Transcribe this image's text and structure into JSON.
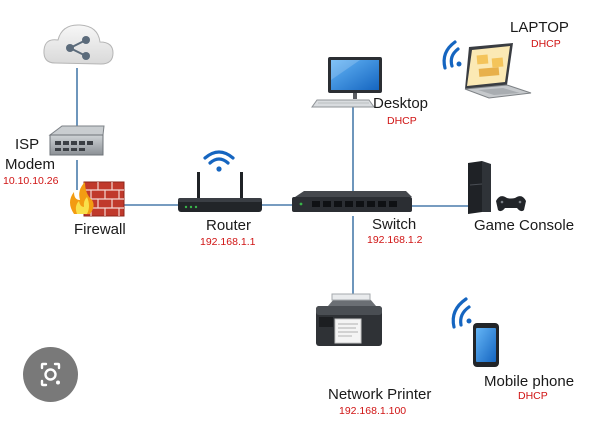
{
  "nodes": {
    "isp_modem": {
      "label_line1": "ISP",
      "label_line2": "Modem",
      "address": "10.10.10.26"
    },
    "firewall": {
      "label": "Firewall"
    },
    "router": {
      "label": "Router",
      "address": "192.168.1.1"
    },
    "switch": {
      "label": "Switch",
      "address": "192.168.1.2"
    },
    "desktop": {
      "label": "Desktop",
      "address": "DHCP"
    },
    "laptop": {
      "label": "LAPTOP",
      "address": "DHCP"
    },
    "game_console": {
      "label": "Game Console"
    },
    "network_printer": {
      "label": "Network Printer",
      "address": "192.168.1.100"
    },
    "mobile_phone": {
      "label": "Mobile phone",
      "address": "DHCP"
    }
  },
  "icons": [
    "cloud-share-icon",
    "isp-modem-icon",
    "firewall-icon",
    "router-icon",
    "wifi-icon",
    "switch-icon",
    "desktop-icon",
    "laptop-icon",
    "game-console-icon",
    "printer-icon",
    "mobile-phone-icon",
    "lens-search-icon"
  ],
  "colors": {
    "link_line": "#4a7cab",
    "address_text": "#d01414",
    "wifi": "#1565c0",
    "device_dark": "#2f3033",
    "screen_blue": "#1e88e5"
  }
}
